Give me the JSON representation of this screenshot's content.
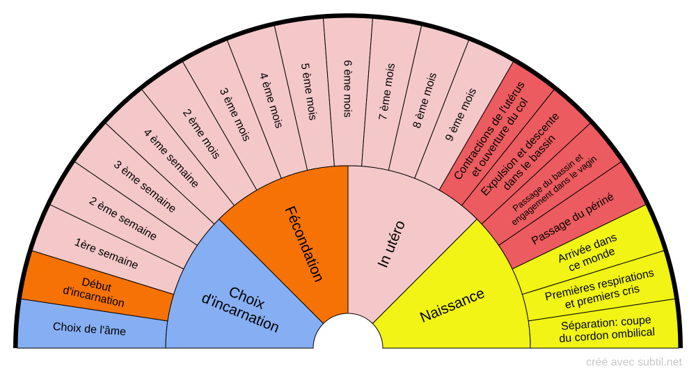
{
  "colors": {
    "blue": "#86aef2",
    "orange": "#f77204",
    "pink": "#f4c8c9",
    "red": "#ec5b5f",
    "yellow": "#f1f414",
    "outline": "#000000"
  },
  "inner_ring": [
    {
      "lines": [
        "Choix",
        "d'incarnation"
      ],
      "color": "blue"
    },
    {
      "lines": [
        "Fécondation"
      ],
      "color": "orange"
    },
    {
      "lines": [
        "In utéro"
      ],
      "color": "pink"
    },
    {
      "lines": [
        "Naissance"
      ],
      "color": "yellow"
    }
  ],
  "outer_ring": [
    {
      "lines": [
        "Choix de l'âme"
      ],
      "color": "blue"
    },
    {
      "lines": [
        "Début",
        "d'incarnation"
      ],
      "color": "orange"
    },
    {
      "lines": [
        "1ère semaine"
      ],
      "color": "pink"
    },
    {
      "lines": [
        "2 ème semaine"
      ],
      "color": "pink"
    },
    {
      "lines": [
        "3 ème semaine"
      ],
      "color": "pink"
    },
    {
      "lines": [
        "4 ème semaine"
      ],
      "color": "pink"
    },
    {
      "lines": [
        "2 ème mois"
      ],
      "color": "pink"
    },
    {
      "lines": [
        "3 ème mois"
      ],
      "color": "pink"
    },
    {
      "lines": [
        "4 ème mois"
      ],
      "color": "pink"
    },
    {
      "lines": [
        "5 ème mois"
      ],
      "color": "pink"
    },
    {
      "lines": [
        "6 ème mois"
      ],
      "color": "pink"
    },
    {
      "lines": [
        "7 ème mois"
      ],
      "color": "pink"
    },
    {
      "lines": [
        "8 ème mois"
      ],
      "color": "pink"
    },
    {
      "lines": [
        "9 ème mois"
      ],
      "color": "pink"
    },
    {
      "lines": [
        "Contractions de l'utérus",
        "et ouverture du col"
      ],
      "color": "red"
    },
    {
      "lines": [
        "Expulsion et descente",
        "dans le bassin"
      ],
      "color": "red"
    },
    {
      "lines": [
        "Passage du bassin et",
        "engagement dans le vagin"
      ],
      "color": "red",
      "small": true
    },
    {
      "lines": [
        "Passage du périné"
      ],
      "color": "red"
    },
    {
      "lines": [
        "Arrivée dans",
        "ce monde"
      ],
      "color": "yellow"
    },
    {
      "lines": [
        "Premières respirations",
        "et premiers cris"
      ],
      "color": "yellow"
    },
    {
      "lines": [
        "Séparation: coupe",
        "du cordon ombilical"
      ],
      "color": "yellow"
    }
  ],
  "credit": "créé avec subtil.net"
}
